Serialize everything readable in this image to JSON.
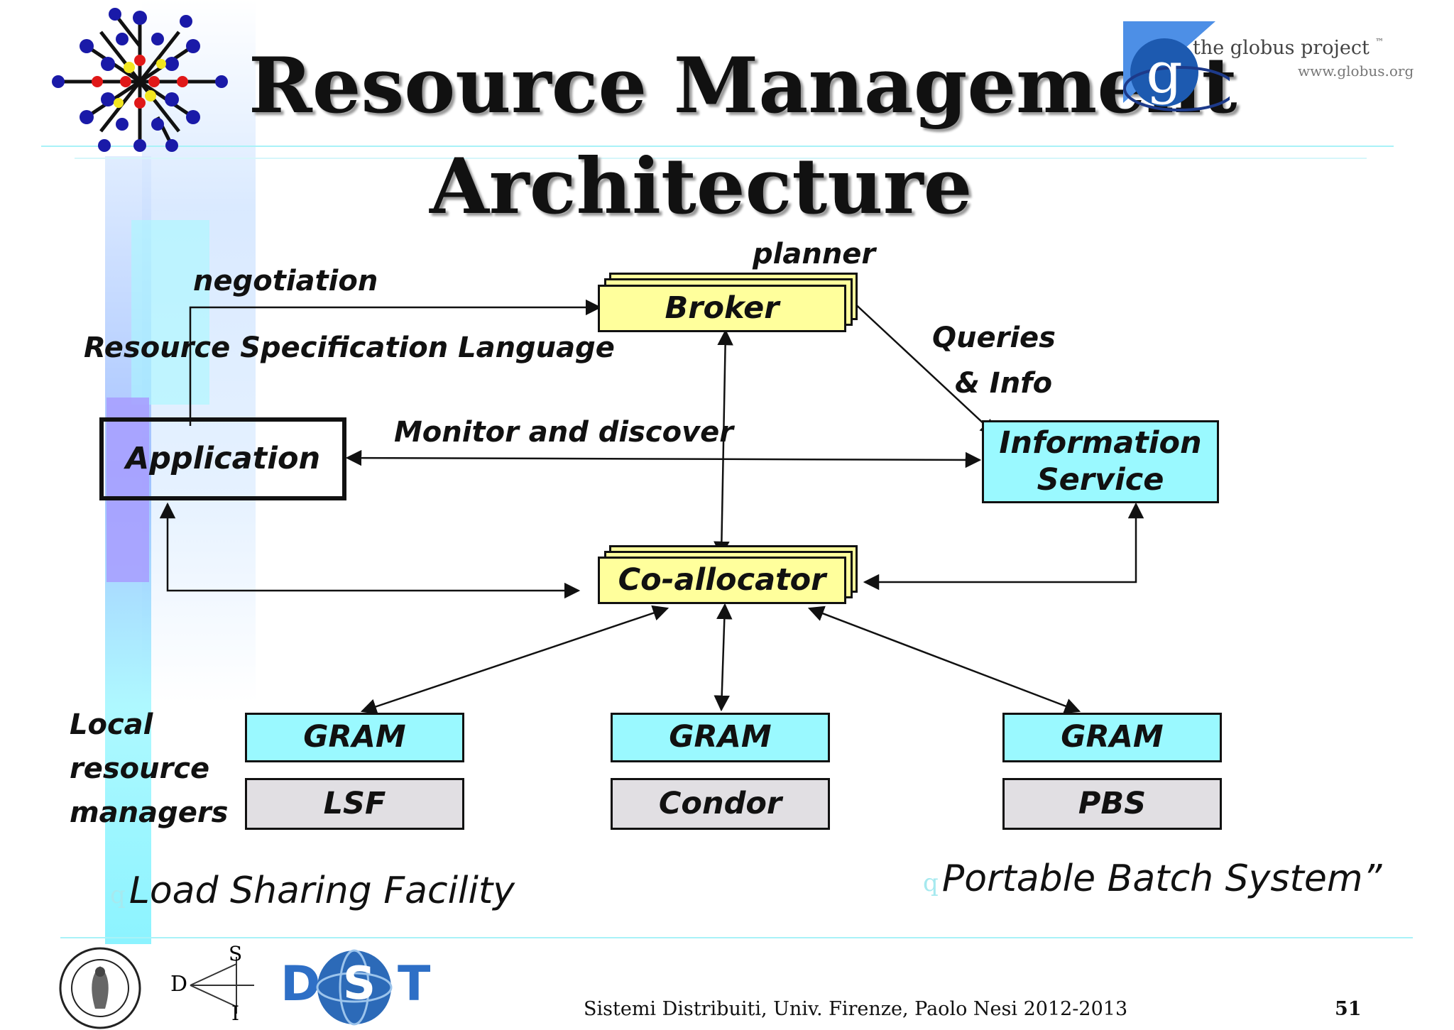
{
  "title": {
    "line1": "Resource Management",
    "line2": "Architecture"
  },
  "globus": {
    "name": "the globus project",
    "tm": "™",
    "url": "www.globus.org",
    "letter": "g"
  },
  "labels": {
    "planner": "planner",
    "negotiation": "negotiation",
    "rsl": "Resource Specification Language",
    "queries": "Queries",
    "info": "& Info",
    "monitor": "Monitor and discover",
    "local1": "Local",
    "local2": "resource",
    "local3": "managers"
  },
  "boxes": {
    "broker": "Broker",
    "application": "Application",
    "info_service_1": "Information",
    "info_service_2": "Service",
    "coallocator": "Co-allocator",
    "gram1": "GRAM",
    "gram2": "GRAM",
    "gram3": "GRAM",
    "lsf": "LSF",
    "condor": "Condor",
    "pbs": "PBS"
  },
  "notes": {
    "bullet": "q",
    "lsf_full": "Load Sharing Facility",
    "pbs_full": "Portable Batch System”"
  },
  "footer": {
    "course": "Sistemi Distribuiti, Univ. Firenze, Paolo Nesi 2012-2013",
    "page": "51",
    "dsi_d": "D",
    "dsi_s": "S",
    "dsi_i": "I",
    "disit_d": "D",
    "disit_s": "S",
    "disit_t": "T"
  },
  "colors": {
    "yellow": "#ffff9c",
    "cyan": "#9af9ff",
    "gray": "#e1dfe3",
    "accent_line": "#a9f2f8"
  }
}
